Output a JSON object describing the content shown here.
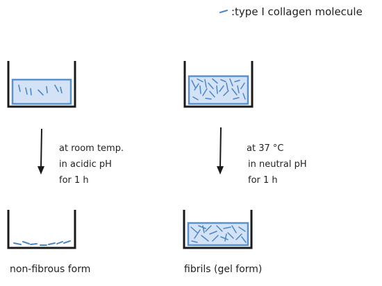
{
  "legend": {
    "text": ":type I collagen molecule",
    "symbol_color": "#4a86c8"
  },
  "left": {
    "conditions": [
      "at room temp.",
      "in acidic pH",
      "for 1 h"
    ],
    "result_label": "non-fibrous form"
  },
  "right": {
    "conditions": [
      "at 37 °C",
      "in neutral pH",
      "for 1 h"
    ],
    "result_label": "fibrils (gel form)"
  },
  "colors": {
    "solution_fill": "#d3e2f4",
    "solution_border": "#5a92d0",
    "molecule": "#4a86c8",
    "container": "#1a1a1a"
  }
}
